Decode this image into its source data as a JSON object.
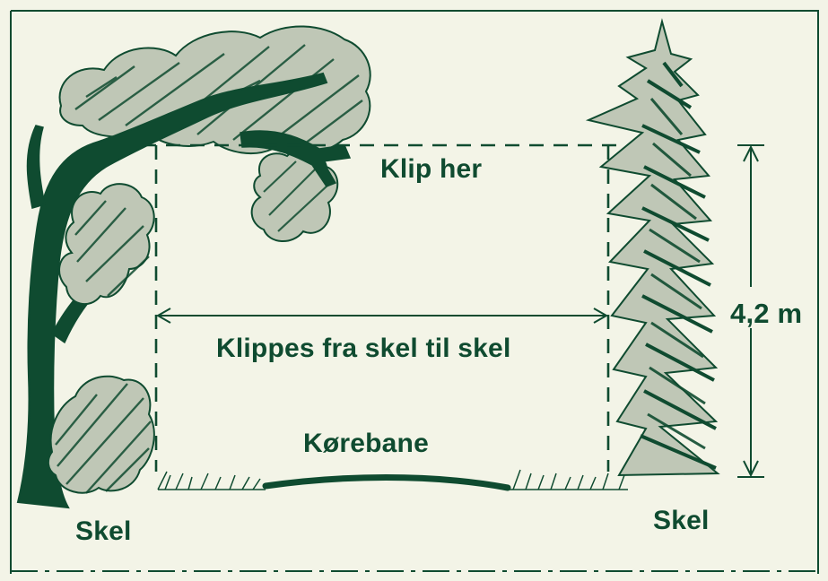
{
  "labels": {
    "clip_here": "Klip her",
    "cut_width": "Klippes fra skel til skel",
    "roadway": "Kørebane",
    "height": "4,2 m",
    "boundary_left": "Skel",
    "boundary_right": "Skel"
  },
  "colors": {
    "background": "#f3f4e7",
    "ink": "#0f4b30"
  },
  "icons": {
    "left_tree": "deciduous-tree-icon",
    "right_tree": "spruce-tree-icon",
    "bush": "bush-icon"
  }
}
